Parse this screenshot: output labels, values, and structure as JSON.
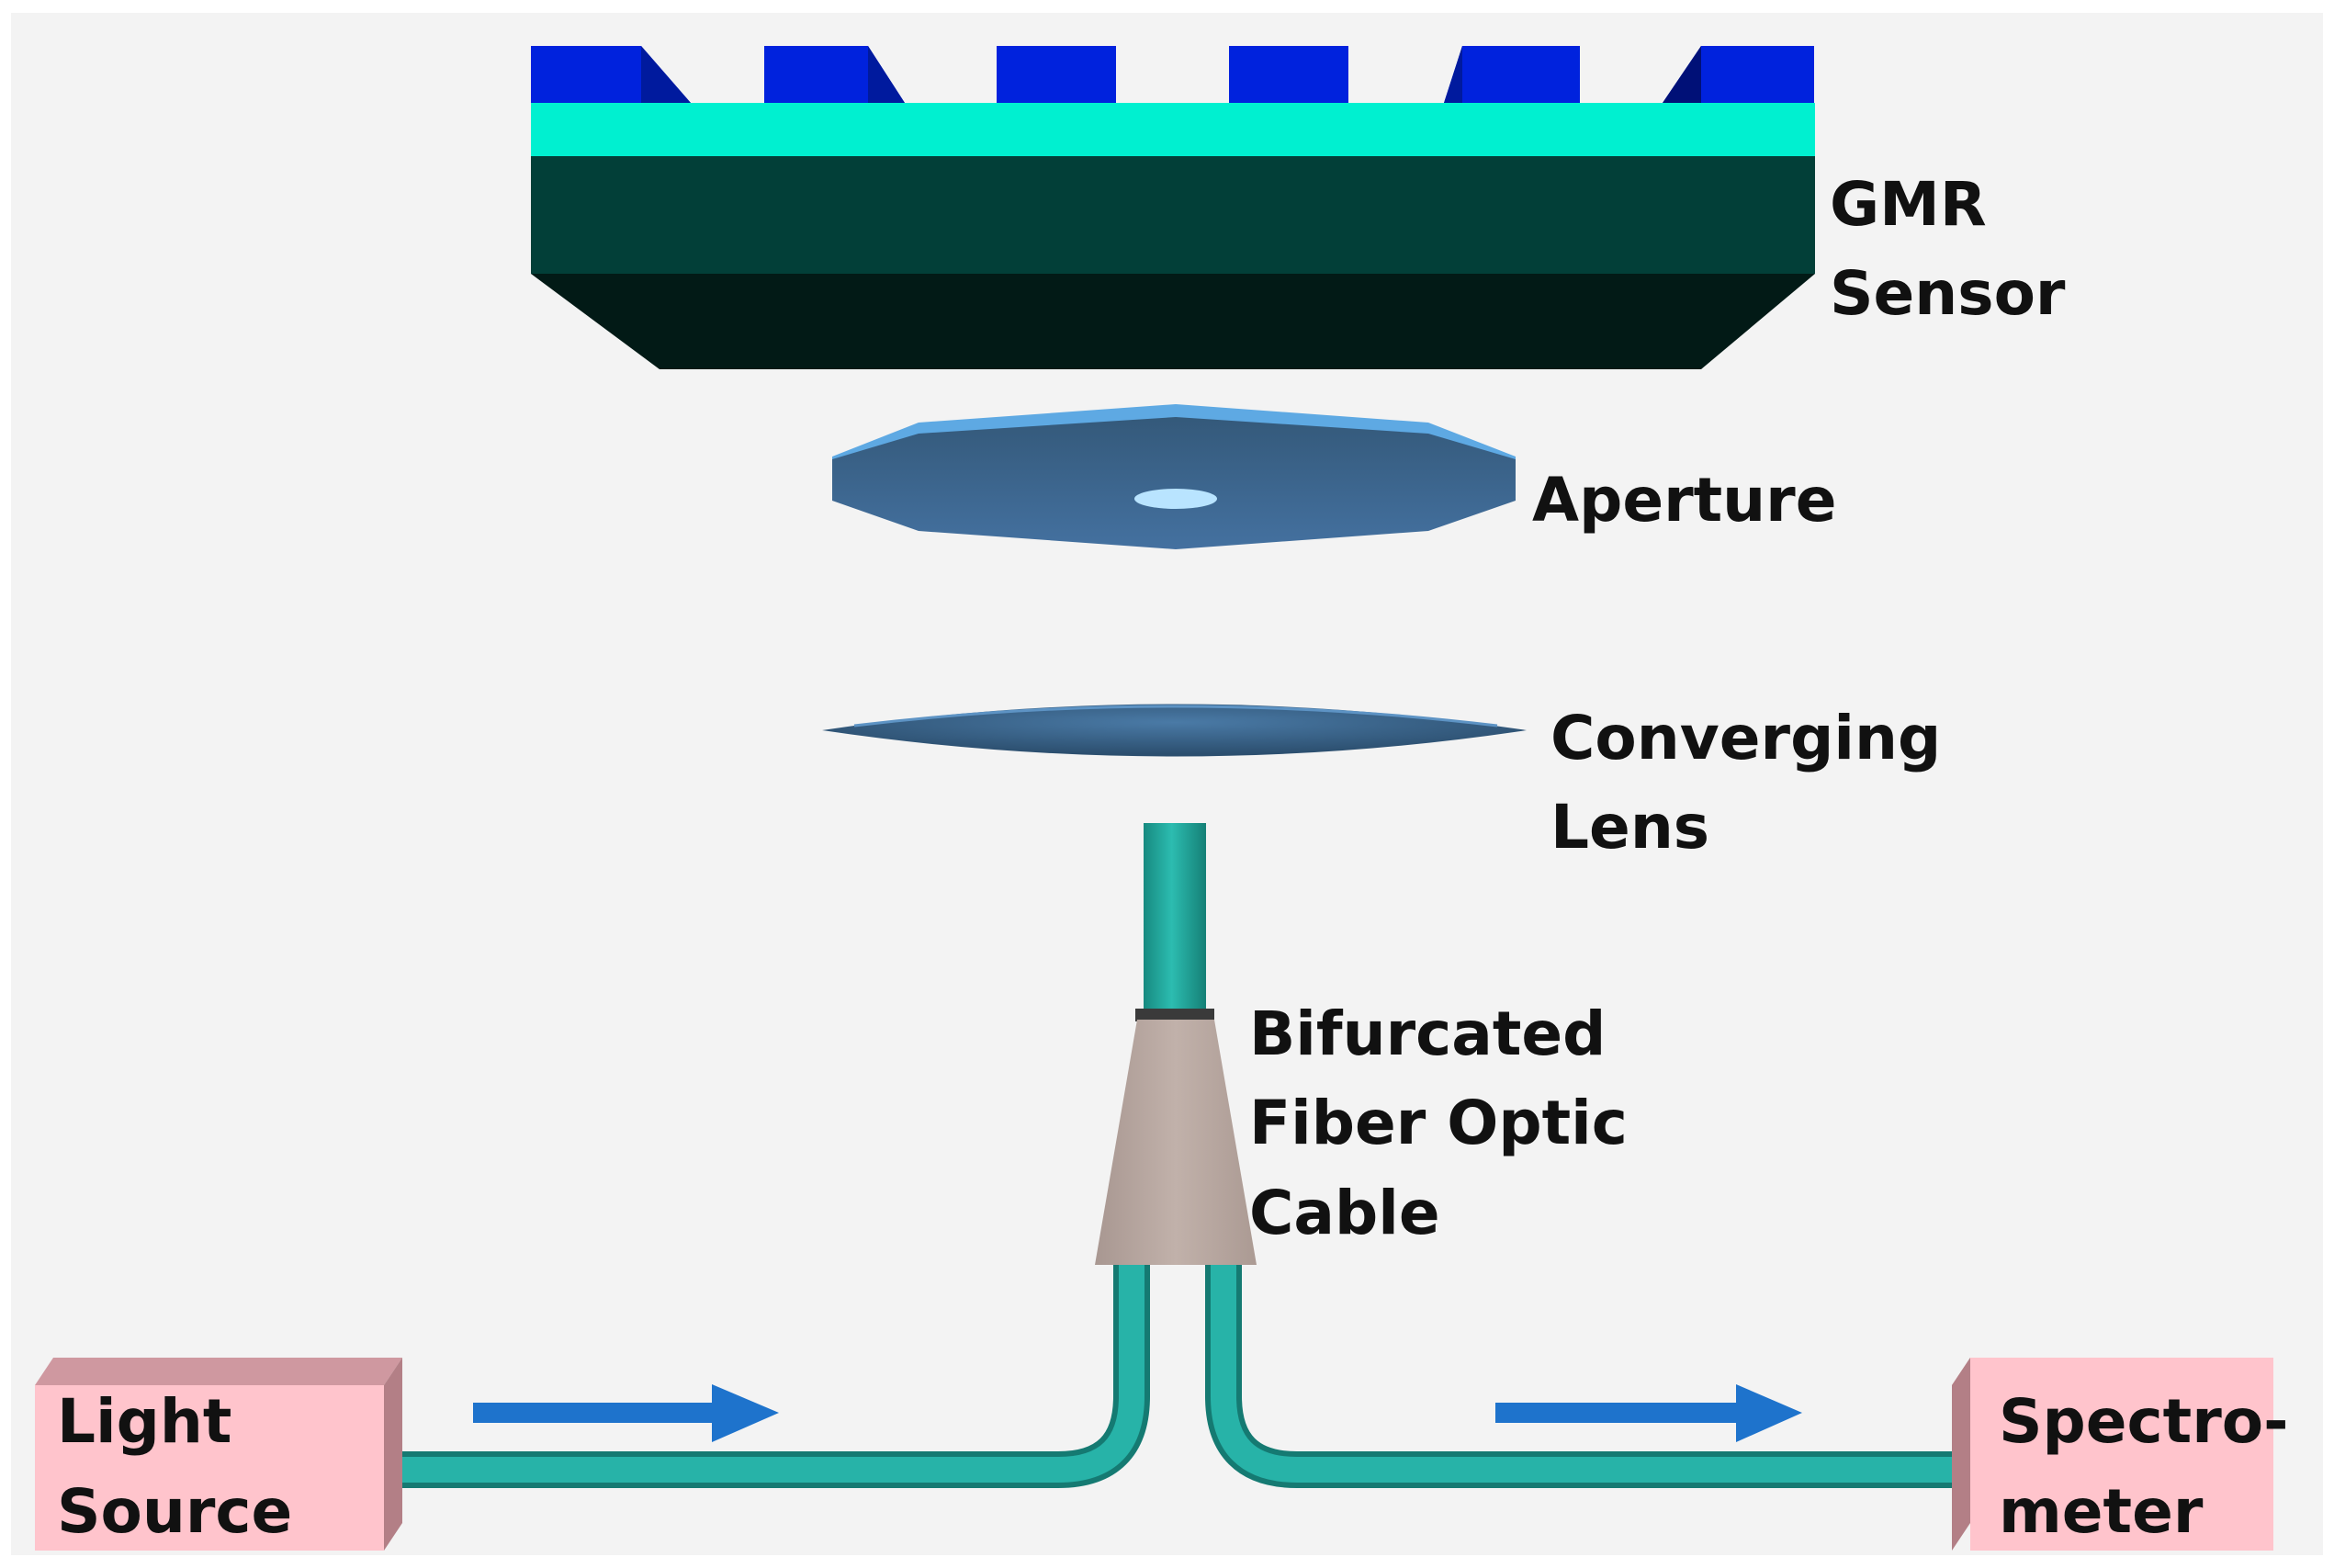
{
  "labels": {
    "gmr_line1": "GMR",
    "gmr_line2": "Sensor",
    "aperture": "Aperture",
    "lens_line1": "Converging",
    "lens_line2": "Lens",
    "fiber_line1": "Bifurcated",
    "fiber_line2": "Fiber Optic",
    "fiber_line3": "Cable",
    "light_line1": "Light",
    "light_line2": "Source",
    "spectro_line1": "Spectro-",
    "spectro_line2": "meter"
  },
  "colors": {
    "background": "#f3f3f3",
    "grating_blue": "#0022dd",
    "grating_dark": "#001077",
    "waveguide_cyan": "#00f0d0",
    "substrate_top": "#023f38",
    "substrate_bottom": "#021a16",
    "aperture": "#3c6385",
    "aperture_rim": "#5ea9e3",
    "aperture_hole": "#b9e4ff",
    "lens": "#386388",
    "fiber": "#22ada2",
    "fiber_edge": "#157a72",
    "connector": "#b8a8a1",
    "box_front": "#ffc4cc",
    "box_side": "#b37f86",
    "arrow": "#1e73cc"
  }
}
